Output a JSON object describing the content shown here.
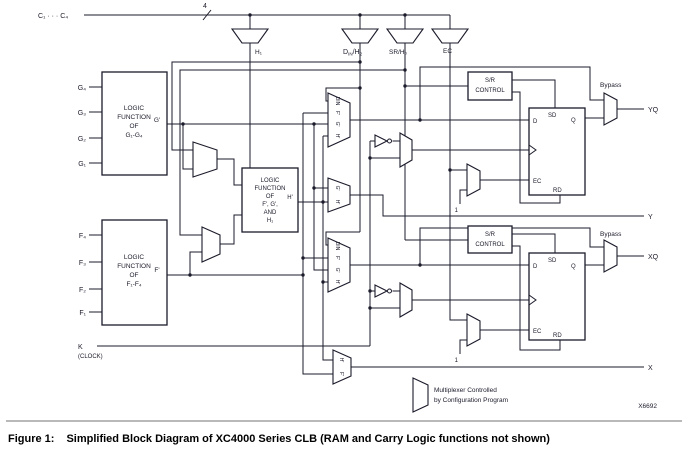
{
  "c_bus": {
    "label": "C₁ · · · C₄",
    "width_label": "4"
  },
  "top_muxes": {
    "h1": "H₁",
    "din_h2": {
      "main": "D",
      "sub": "IN",
      "mid": "/H",
      "sub2": "2"
    },
    "sr_h0": "SR/H₀",
    "ec": "EC"
  },
  "g_block": {
    "lines": [
      "LOGIC",
      "FUNCTION",
      "OF",
      "G₁-G₄"
    ],
    "inputs": [
      "G₄",
      "G₃",
      "G₂",
      "G₁"
    ],
    "output": "G'"
  },
  "f_block": {
    "lines": [
      "LOGIC",
      "FUNCTION",
      "OF",
      "F₁-F₄"
    ],
    "inputs": [
      "F₄",
      "F₃",
      "F₂",
      "F₁"
    ],
    "output": "F'"
  },
  "h_block": {
    "lines": [
      "LOGIC",
      "FUNCTION",
      "OF",
      "F', G',",
      "AND",
      "H₁"
    ],
    "output": "H'"
  },
  "clock": {
    "label": "K",
    "sublabel": "(CLOCK)"
  },
  "sr_control": {
    "lines": [
      "S/R",
      "CONTROL"
    ]
  },
  "ff": {
    "sd": "SD",
    "d": "D",
    "q": "Q",
    "ec": "EC",
    "rd": "RD"
  },
  "mux_labels": {
    "upper4": [
      "DIN",
      "F'",
      "G'",
      "H'"
    ],
    "gh": [
      "G'",
      "H'"
    ],
    "lower4": [
      "DIN",
      "F'",
      "G'",
      "H'"
    ],
    "hf": [
      "H'",
      "F'"
    ],
    "one": "1"
  },
  "outputs": {
    "bypass": "Bypass",
    "yq": "YQ",
    "y": "Y",
    "xq": "XQ",
    "x": "X"
  },
  "legend": {
    "lines": [
      "Multiplexer Controlled",
      "by Configuration Program"
    ],
    "ref": "X6692"
  },
  "caption": {
    "prefix": "Figure 1:",
    "text": "Simplified Block Diagram of XC4000 Series CLB (RAM and Carry Logic functions not shown)"
  },
  "colors": {
    "line": "#1b1b2b",
    "background": "#ffffff"
  }
}
